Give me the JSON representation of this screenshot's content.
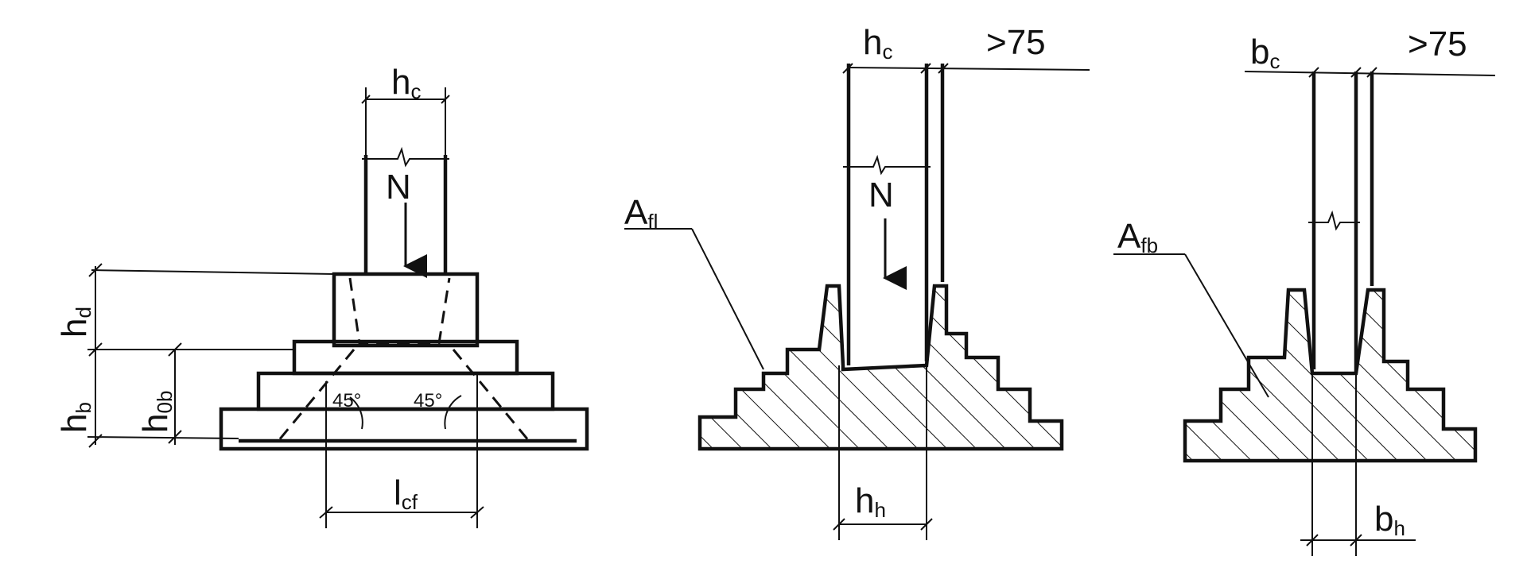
{
  "figure_left": {
    "label_hc": "h",
    "label_hc_sub": "c",
    "label_N": "N",
    "label_hd": "h",
    "label_hd_sub": "d",
    "label_hb": "h",
    "label_hb_sub": "b",
    "label_h0b": "h",
    "label_h0b_sub": "0b",
    "angle_left": "45°",
    "angle_right": "45°",
    "label_lcf": "l",
    "label_lcf_sub": "cf"
  },
  "figure_middle": {
    "label_hc": "h",
    "label_hc_sub": "c",
    "label_gt75": ">75",
    "label_N": "N",
    "label_A": "A",
    "label_A_sub": "fl",
    "label_hh": "h",
    "label_hh_sub": "h"
  },
  "figure_right": {
    "label_bc": "b",
    "label_bc_sub": "c",
    "label_gt75": ">75",
    "label_A": "A",
    "label_A_sub": "fb",
    "label_bh": "b",
    "label_bh_sub": "h"
  }
}
